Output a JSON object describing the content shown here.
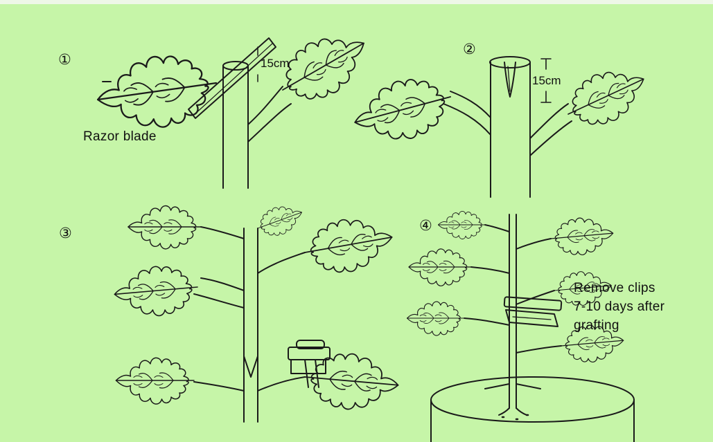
{
  "panels": [
    {
      "number": "①",
      "measure": "15cm",
      "label": "Razor blade"
    },
    {
      "number": "②",
      "measure": "15cm"
    },
    {
      "number": "③"
    },
    {
      "number": "④",
      "note_lines": [
        "Remove clips",
        "7-10 days after",
        "grafting"
      ]
    }
  ],
  "colors": {
    "background": "#c6f5a8",
    "ink": "#1a1a1a"
  }
}
